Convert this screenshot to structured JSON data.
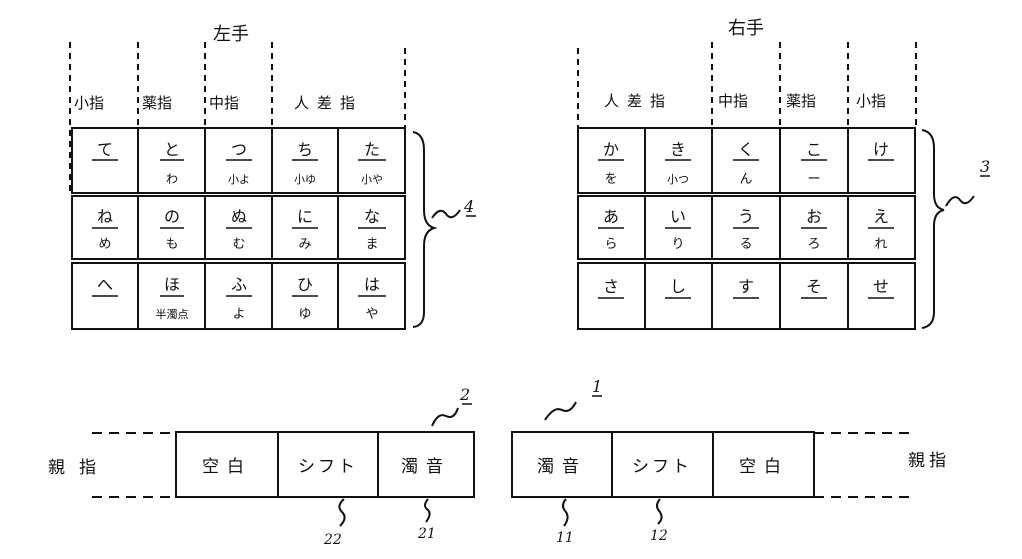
{
  "left_hand": {
    "title": "左手",
    "fingers": [
      "小指",
      "薬指",
      "中指",
      "人差指"
    ],
    "rows": [
      [
        [
          "て",
          ""
        ],
        [
          "と",
          "わ"
        ],
        [
          "つ",
          "小よ"
        ],
        [
          "ち",
          "小ゆ"
        ],
        [
          "た",
          "小や"
        ]
      ],
      [
        [
          "ね",
          "め"
        ],
        [
          "の",
          "も"
        ],
        [
          "ぬ",
          "む"
        ],
        [
          "に",
          "み"
        ],
        [
          "な",
          "ま"
        ]
      ],
      [
        [
          "へ",
          ""
        ],
        [
          "ほ",
          "半濁点"
        ],
        [
          "ふ",
          "よ"
        ],
        [
          "ひ",
          "ゆ"
        ],
        [
          "は",
          "や"
        ]
      ]
    ],
    "ref": "4"
  },
  "right_hand": {
    "title": "右手",
    "fingers": [
      "人差指",
      "中指",
      "薬指",
      "小指"
    ],
    "rows": [
      [
        [
          "か",
          "を"
        ],
        [
          "き",
          "小つ"
        ],
        [
          "く",
          "ん"
        ],
        [
          "こ",
          "ー"
        ],
        [
          "け",
          ""
        ]
      ],
      [
        [
          "あ",
          "ら"
        ],
        [
          "い",
          "り"
        ],
        [
          "う",
          "る"
        ],
        [
          "お",
          "ろ"
        ],
        [
          "え",
          "れ"
        ]
      ],
      [
        [
          "さ",
          ""
        ],
        [
          "し",
          ""
        ],
        [
          "す",
          ""
        ],
        [
          "そ",
          ""
        ],
        [
          "せ",
          ""
        ]
      ]
    ],
    "ref": "3"
  },
  "thumb_rows": {
    "left_label": "親指",
    "right_label": "親指",
    "left_keys": [
      "空白",
      "シフト",
      "濁音"
    ],
    "right_keys": [
      "濁音",
      "シフト",
      "空白"
    ],
    "left_ref": "2",
    "right_ref": "1",
    "left_sub_refs": [
      "22",
      "21"
    ],
    "right_sub_refs": [
      "11",
      "12"
    ]
  }
}
